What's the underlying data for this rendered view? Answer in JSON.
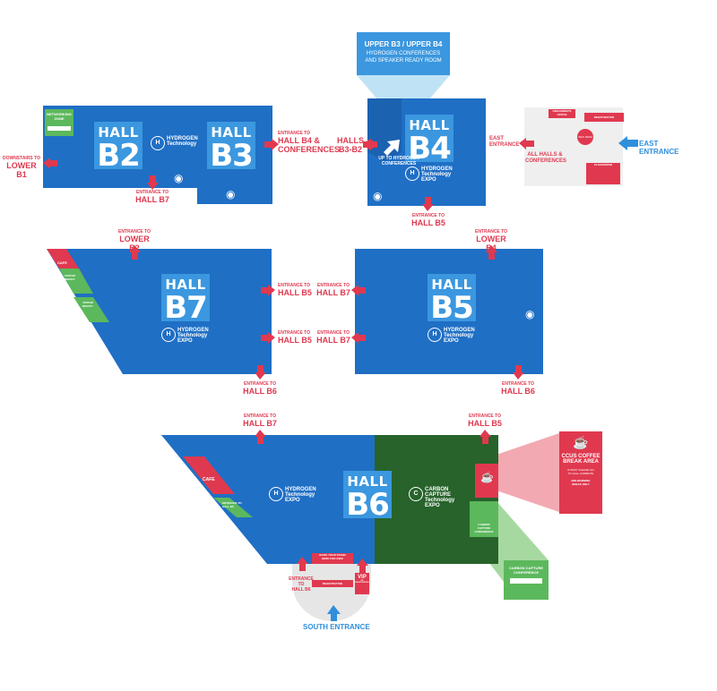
{
  "colors": {
    "hall_blue": "#1f6fc5",
    "label_blue": "#3b97df",
    "arrow_red": "#e0394f",
    "ccus_green": "#27632b",
    "light_green": "#5cb85c",
    "entrance_blue": "#2f8fdc",
    "grey": "#efefef"
  },
  "halls": {
    "b2": {
      "word": "HALL",
      "num": "B2"
    },
    "b3": {
      "word": "HALL",
      "num": "B3"
    },
    "b4": {
      "word": "HALL",
      "num": "B4"
    },
    "b7": {
      "word": "HALL",
      "num": "B7"
    },
    "b5": {
      "word": "HALL",
      "num": "B5"
    },
    "b6": {
      "word": "HALL",
      "num": "B6"
    }
  },
  "logos": {
    "hydrogen": {
      "line1": "HYDROGEN",
      "line2": "Technology",
      "line3": "EXPO"
    },
    "carbon": {
      "line1": "CARBON CAPTURE",
      "line2": "Technology",
      "line3": "EXPO"
    }
  },
  "callout_top": {
    "line1": "UPPER B3 / UPPER B4",
    "line2": "HYDROGEN CONFERENCES",
    "line3": "AND SPEAKER READY ROOM"
  },
  "up_to_conferences": {
    "line1": "UP TO HYDROGEN",
    "line2": "CONFERENCES"
  },
  "networking": {
    "line1": "NETWORKING",
    "line2": "ZONE"
  },
  "arrows": {
    "downstairs_lower_b1": {
      "small": "DOWNSTAIRS TO",
      "large": "LOWER B1"
    },
    "entrance_b7_top": {
      "small": "ENTRANCE TO",
      "large": "HALL B7"
    },
    "entrance_b4_conf": {
      "small": "ENTRANCE TO",
      "large": "HALL B4 &",
      "large2": "CONFERENCES"
    },
    "halls_b3_b2": {
      "large": "HALLS",
      "large2": "B3-B2"
    },
    "east_entrance_inner": {
      "large": "EAST",
      "large2": "ENTRANCE"
    },
    "all_halls": {
      "large": "ALL HALLS &",
      "large2": "CONFERENCES"
    },
    "entrance_b5_top": {
      "small": "ENTRANCE TO",
      "large": "HALL B5"
    },
    "east_entrance": {
      "label": "EAST ENTRANCE"
    },
    "lower_b2": {
      "small": "ENTRANCE TO",
      "large": "LOWER B2"
    },
    "lower_b4": {
      "small": "ENTRANCE TO",
      "large": "LOWER B4"
    },
    "b7_to_b5_1": {
      "small": "ENTRANCE TO",
      "large": "HALL B5"
    },
    "b7_to_b5_2": {
      "small": "ENTRANCE TO",
      "large": "HALL B5"
    },
    "b5_to_b7_1": {
      "small": "ENTRANCE TO",
      "large": "HALL B7"
    },
    "b5_to_b7_2": {
      "small": "ENTRANCE TO",
      "large": "HALL B7"
    },
    "b7_to_b6": {
      "small": "ENTRANCE TO",
      "large": "HALL B6"
    },
    "b5_to_b6": {
      "small": "ENTRANCE TO",
      "large": "HALL B6"
    },
    "b6_to_b7": {
      "small": "ENTRANCE TO",
      "large": "HALL B7"
    },
    "b6_to_b5": {
      "small": "ENTRANCE TO",
      "large": "HALL B5"
    },
    "b6_entrance": {
      "small": "ENTRANCE TO",
      "large": "HALL B6"
    },
    "south_entrance": {
      "label": "SOUTH ENTRANCE"
    }
  },
  "side_rooms": {
    "cafe": "CAFE",
    "visitor_reg": {
      "line1": "VISITOR",
      "line2": "REGIST."
    },
    "ent_b7_side": {
      "line1": "VISITOR",
      "line2": "REGIST."
    }
  },
  "b6_tags": {
    "cafe": "CAFE",
    "reg": "ENTRANCE TO HALL B6"
  },
  "east_room": {
    "organiser": "ORGANISER'S OFFICE",
    "registration": "REGISTRATION",
    "cloakroom": "CLOAKROOM",
    "circle": "INFO DESK"
  },
  "ccus": {
    "line1": "CCUS COFFEE",
    "line2": "BREAK AREA",
    "line3": "IF BUSY PLEASE GO",
    "line4": "TO HALL LOWER B1",
    "line5": "MID-MORNING",
    "line6": "BREAK ONLY"
  },
  "carbon_conf": {
    "line1": "CARBON CAPTURE",
    "line2": "CONFERENCE"
  },
  "carbon_conf_small": {
    "line1": "CARBON CAPTURE",
    "line2": "CONFERENCE"
  },
  "south": {
    "book_stand": "BOOK YOUR STAND",
    "book_stand2": "HERE FOR 2026!",
    "registration": "REGISTRATION",
    "vip": "VIP",
    "vip_sub": "VIP REGISTRATION"
  }
}
